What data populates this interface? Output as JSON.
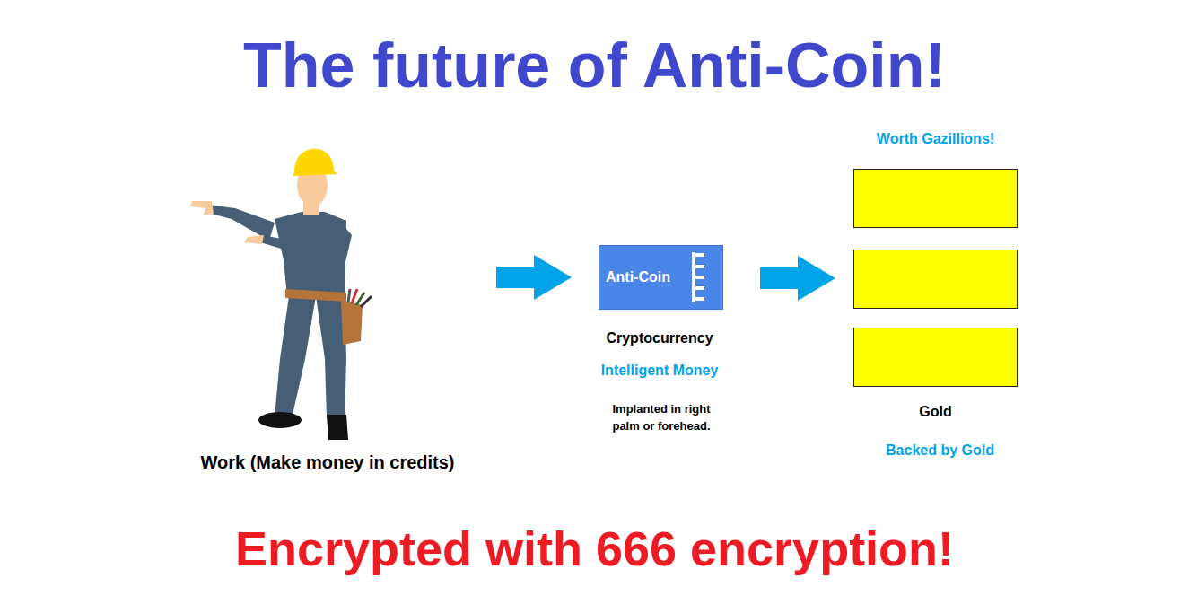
{
  "diagram": {
    "title": "The future of Anti-Coin!",
    "caption": "Encrypted with 666 encryption!",
    "nodes": [
      {
        "text": [
          "Work (Make money in credits)"
        ]
      },
      {
        "text": [
          "Anti-Coin"
        ]
      },
      {
        "text": [
          "Worth Gazillions!",
          "Gold"
        ]
      }
    ],
    "edges": [
      {
        "from": 0,
        "to": 1,
        "arrow": "to"
      },
      {
        "from": 1,
        "to": 2,
        "arrow": "to"
      }
    ],
    "labels": [
      "Cryptocurrency",
      "Intelligent Money",
      "Implanted in right palm or forehead.",
      "Backed by Gold"
    ]
  }
}
